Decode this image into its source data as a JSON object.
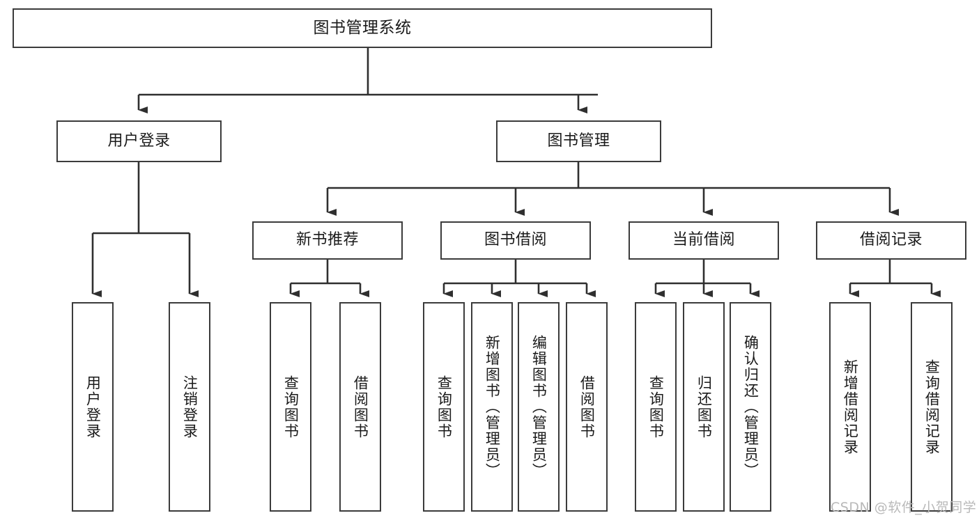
{
  "diagram": {
    "type": "tree",
    "title": "图书管理系统",
    "watermark": "CSDN @软件_小贺同学",
    "style": {
      "box_fill": "#ffffff",
      "box_stroke": "#3b3b3b",
      "line_color": "#2f2f2f",
      "text_color": "#1a1a1a",
      "watermark_color": "#b9b9b9",
      "background": "#ffffff"
    },
    "levels": {
      "root": {
        "label": "图书管理系统"
      },
      "level2": [
        {
          "label": "用户登录"
        },
        {
          "label": "图书管理"
        }
      ],
      "level3": [
        {
          "label": "新书推荐"
        },
        {
          "label": "图书借阅"
        },
        {
          "label": "当前借阅"
        },
        {
          "label": "借阅记录"
        }
      ],
      "leaves": {
        "user_login": [
          {
            "label": "用户登录"
          },
          {
            "label": "注销登录"
          }
        ],
        "new_book": [
          {
            "label": "查询图书"
          },
          {
            "label": "借阅图书"
          }
        ],
        "book_borrow": [
          {
            "label": "查询图书"
          },
          {
            "label": "新增图书（管理员）"
          },
          {
            "label": "编辑图书（管理员）"
          },
          {
            "label": "借阅图书"
          }
        ],
        "current_borrow": [
          {
            "label": "查询图书"
          },
          {
            "label": "归还图书"
          },
          {
            "label": "确认归还（管理员）"
          }
        ],
        "borrow_record": [
          {
            "label": "新增借阅记录"
          },
          {
            "label": "查询借阅记录"
          }
        ]
      }
    }
  }
}
